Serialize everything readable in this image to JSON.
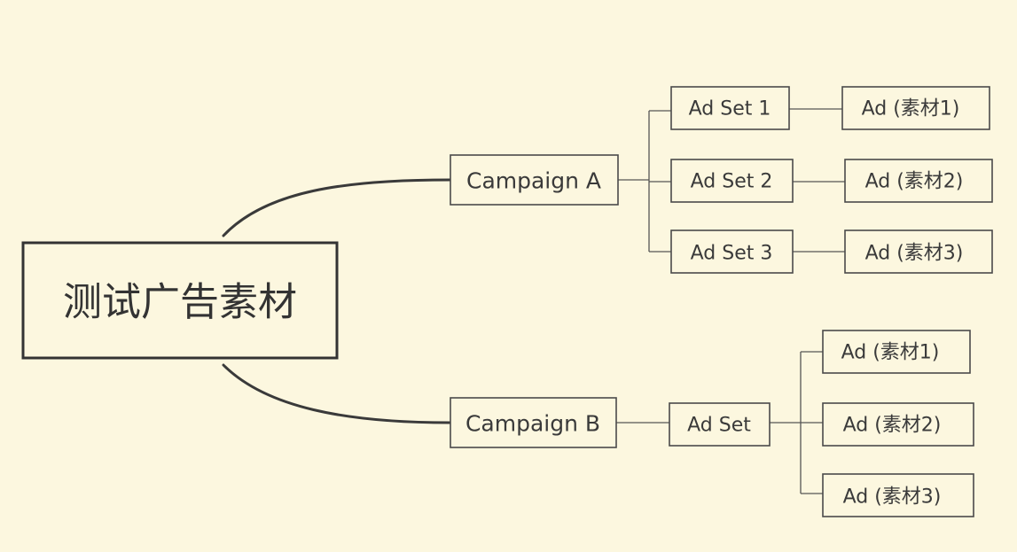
{
  "root": {
    "label": "测试广告素材"
  },
  "campaigns": [
    {
      "label": "Campaign A",
      "ad_sets": [
        {
          "label": "Ad Set 1",
          "ads": [
            "Ad (素材1)"
          ]
        },
        {
          "label": "Ad Set 2",
          "ads": [
            "Ad (素材2)"
          ]
        },
        {
          "label": "Ad Set 3",
          "ads": [
            "Ad (素材3)"
          ]
        }
      ]
    },
    {
      "label": "Campaign B",
      "ad_sets": [
        {
          "label": "Ad Set",
          "ads": [
            "Ad (素材1)",
            "Ad (素材2)",
            "Ad (素材3)"
          ]
        }
      ]
    }
  ],
  "colors": {
    "background": "#fcf7df",
    "stroke": "#3a3a3a"
  }
}
